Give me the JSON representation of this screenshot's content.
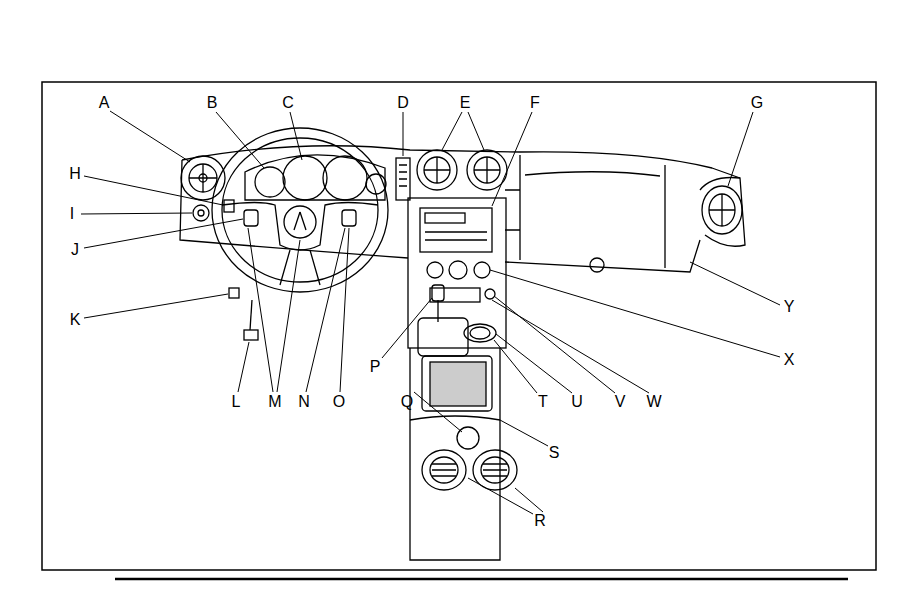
{
  "diagram": {
    "labels": [
      "A",
      "B",
      "C",
      "D",
      "E",
      "F",
      "G",
      "H",
      "I",
      "J",
      "K",
      "L",
      "M",
      "N",
      "O",
      "P",
      "Q",
      "R",
      "S",
      "T",
      "U",
      "V",
      "W",
      "X",
      "Y"
    ]
  }
}
